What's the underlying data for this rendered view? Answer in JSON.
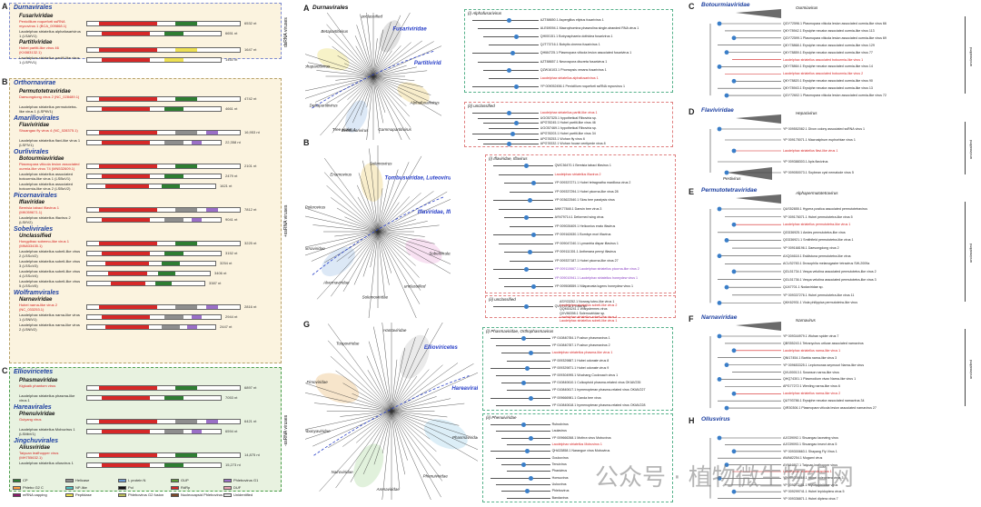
{
  "panel_letters": [
    "A",
    "B",
    "C",
    "D",
    "E",
    "F",
    "G",
    "H"
  ],
  "left": {
    "A_letter": "A",
    "B_letter": "B",
    "C_letter": "C",
    "side_dsRNA": "dsRNA viruses",
    "side_pos": "+ssRNA viruses",
    "side_neg": "-ssRNA viruses",
    "A": {
      "order": "Durnavirales",
      "families": [
        {
          "name": "Fusariviridae",
          "genomes": [
            {
              "label": "Penicillium roqueforti ssRNA mycovirus 1 (BCA_009868.1)",
              "red": true,
              "len": "6532 nt"
            },
            {
              "label": "Laodelphax striatellus alphafusarivirus 1 (LSAfV1)",
              "red": false,
              "len": "6651 nt"
            }
          ]
        },
        {
          "name": "Partitiviridae",
          "genomes": [
            {
              "label": "Hubei partiti-like virus 46 (KX883132.1)",
              "red": true,
              "len": "1647 nt"
            },
            {
              "label": "Laodelphax striatellus partiti-like virus 1 (LSPlV1)",
              "red": false,
              "len": "1460 nt"
            }
          ]
        }
      ]
    },
    "B": {
      "order": "Orthornavirae",
      "families": [
        {
          "name": "Permutotetraviridae",
          "genomes": [
            {
              "label": "Daesongdong virus 2 (NC_028489.1)",
              "red": true,
              "len": "4742 nt"
            },
            {
              "label": "Laodelphax striatellus permutotetra-like virus 1 (LSPtlV1)",
              "red": false,
              "len": "4661 nt"
            }
          ]
        },
        {
          "name": "Amarillovirales",
          "header": true
        },
        {
          "name": "Flaviviridae",
          "genomes": [
            {
              "label": "Shuangao fly virus 4 (NC_028375.1)",
              "red": true,
              "len": "16,953 nt"
            },
            {
              "label": "Laodelphax striatellus flavi-like virus 1 (LSFlV1)",
              "red": false,
              "len": "22,358 nt"
            }
          ]
        },
        {
          "name": "Ourlivirales",
          "header": true
        },
        {
          "name": "Botourmiaviridae",
          "genomes": [
            {
              "label": "Plasmopara viticola lesion associated ourmia-like virus 74 (MN532609.1)",
              "red": true,
              "len": "2101 nt"
            },
            {
              "label": "Laodelphax striatellus associated botourmia-like virus 1 (LSBoV1)",
              "red": false,
              "len": "2479 nt"
            },
            {
              "label": "Laodelphax striatellus associated botourmia-like virus 2 (LSBoV2)",
              "red": false,
              "len": "1621 nt"
            }
          ]
        },
        {
          "name": "Picornavirales",
          "header": true
        },
        {
          "name": "Iflaviridae",
          "genomes": [
            {
              "label": "Bemisia tabaci iflavirus 1 (MK059671.1)",
              "red": true,
              "len": "7812 nt"
            },
            {
              "label": "Laodelphax striatellus iflavirus 2 (LSIfV2)",
              "red": false,
              "len": "9041 nt"
            }
          ]
        },
        {
          "name": "Sobelivirales",
          "header": true
        },
        {
          "name": "Unclassified",
          "genomes": [
            {
              "label": "Hongpibao sobemo-like virus 1 (MN833435.1)",
              "red": true,
              "len": "3225 nt"
            },
            {
              "label": "Laodelphax striatellus sobeli-like virus 2 (LSSoV2)",
              "red": false,
              "len": "3152 nt"
            },
            {
              "label": "Laodelphax striatellus sobeli-like virus 3 (LSSoV3)",
              "red": false,
              "len": "3254 nt"
            },
            {
              "label": "Laodelphax striatellus sobeli-like virus 4 (LSSoV4)",
              "red": false,
              "len": "3406 nt"
            },
            {
              "label": "Laodelphax striatellus sobeli-like virus 5 (LSSoV5)",
              "red": false,
              "len": "3387 nt"
            }
          ]
        },
        {
          "name": "Wolframvirales",
          "header": true
        },
        {
          "name": "Narnaviridae",
          "genomes": [
            {
              "label": "Hubei narna-like virus 2 (NC_033253.1)",
              "red": true,
              "len": "2816 nt"
            },
            {
              "label": "Laodelphax striatellus narna-like virus 1 (LSNlV1)",
              "red": false,
              "len": "2944 nt"
            },
            {
              "label": "Laodelphax striatellus narna-like virus 2 (LSNlV2)",
              "red": false,
              "len": "2447 nt"
            }
          ]
        }
      ]
    },
    "C": {
      "order": "Ellioviricetes",
      "families": [
        {
          "name": "Phasmaviridae",
          "genomes": [
            {
              "label": "Kigluaik phantom virus",
              "red": true,
              "len": "6897 nt"
            },
            {
              "label": "Laodelphax striatellus phasma-like virus 1",
              "red": false,
              "len": "7053 nt"
            }
          ]
        },
        {
          "name": "Hareavirales",
          "header": true
        },
        {
          "name": "Phenuiviridae",
          "genomes": [
            {
              "label": "Guiyang virus",
              "red": true,
              "len": "6421 nt"
            },
            {
              "label": "Laodelphax striatellus Mobuvirus 1 (LSMbV1)",
              "red": false,
              "len": "6594 nt"
            }
          ]
        },
        {
          "name": "Jingchuvirales",
          "header": true
        },
        {
          "name": "Aliusviridae",
          "genomes": [
            {
              "label": "Taiyuan leafhopper virus (MH755632.1)",
              "red": true,
              "len": "14,875 nt"
            },
            {
              "label": "Laodelphax striatellus ollusvirus 1",
              "red": false,
              "len": "15,273 nt"
            }
          ]
        }
      ]
    },
    "legend": [
      {
        "name": "CP",
        "color": "#2e7d32"
      },
      {
        "name": "Helicase",
        "color": "#8e8e8e"
      },
      {
        "name": "L protein N",
        "color": "#6c9bd2"
      },
      {
        "name": "GUP",
        "color": "#5e9e3a"
      },
      {
        "name": "Phlebovirus G1",
        "color": "#9a6fc7"
      },
      {
        "name": "Phlebo G2 C",
        "color": "#ff9f40"
      },
      {
        "name": "NP-like",
        "color": "#4fc3c3"
      },
      {
        "name": "Pol",
        "color": "#111111"
      },
      {
        "name": "RdRp",
        "color": "#d62828"
      },
      {
        "name": "DUF",
        "color": "#e8a0b0"
      },
      {
        "name": "mRNA capping",
        "color": "#8b1a6b"
      },
      {
        "name": "Peptidase",
        "color": "#ede052"
      },
      {
        "name": "Phlebovirus G2 fusion",
        "color": "#bdbd5a"
      },
      {
        "name": "Nucleocapsid Phlebovirus",
        "color": "#7d4a2a"
      },
      {
        "name": "Unidentified",
        "color": "#e6e6e6"
      }
    ]
  },
  "middle": {
    "A": {
      "order": "Durnavirales",
      "clades": [
        "Fusariviridae",
        "Partitiviridae",
        "Alphafusarivirus",
        "Gammapartitivirus",
        "Betafusarivirus",
        "Deltapartitivirus",
        "Alphapartitivirus",
        "Betapartitivirus",
        "unclassified"
      ],
      "treescale": "Tree scale: 1",
      "box1_title": "(i) Alphafusarivirus",
      "box1_tips": [
        "AZT88650.1 Aspergillus eliptus fusarivirus 1",
        "ALE69094.1 Macrophomina phaseolina single-stranded RNA virus 1",
        "QHI00151.1 Botryosphaeria dothidea fusarivirus 1",
        "QJT73716.1 Botrytis cinerea fusarivirus 1",
        "QHI84725.1 Plasmopara viticola lesion associated fusarivirus 1",
        "AZT88657.1 Neurospora discreta fusarivirus 1",
        "QZW16103.1 Phomopsis vexans fusarivirus 1",
        "Laodelphax striatellus alphafusarivirus 1",
        "YP 009052456.1 Penicillium roqueforti ssRNA mycovirus 1"
      ],
      "box1_red": 7,
      "box2_title": "(ii) unclassified",
      "box2_tips": [
        "Laodelphax striatellus partiti-like virus 1",
        "UGO57325.1 hypothetical Riboviria sp.",
        "APG78245.1 Hubei partiti-like virus 46",
        "UGO57469.1 hypothetical Riboviria sp.",
        "APG78203.1 Hubei partiti-like virus 34",
        "APG78253.1 Wuhan fly virus 6",
        "APG78332.1 Wuhan house centipede virus 8"
      ],
      "box2_red": 0
    },
    "B": {
      "clades": [
        "Tombusviridae, Luteovirus",
        "Iflaviridae, Iflavirus",
        "Sobelivirales",
        "unclassified",
        "Solemoviridae",
        "Alvernaviridae",
        "Barnaviridae",
        "Polerovirus",
        "Enamovirus",
        "Solemovirus"
      ],
      "box1_title": "(i) Iflaviridae, Iflavirus",
      "box1_tips": [
        "QWC36470.1 Bemisia tabaci iflavirus 1",
        "Laodelphax striatellus iflavirus 2",
        "YP 009337271.1 Hubei tetragnatha maxillosa virus 2",
        "YP 009337294.1 Hubei picorna-like virus 28",
        "YP 003622540.1 Slow bee paralysis virus",
        "AWK77848.1 Darwin bee virus 3",
        "AYN79714.1 Deformed wing virus",
        "YP 009026409.1 Heliconius erato iflavirus",
        "YP 009162630.1 Bombyx mori iflavirus",
        "YP 009047240.1 Lymantria dispar iflavirus 1",
        "YP 009111301.1 Antheraea pernyi iflavirus",
        "YP 009337187.1 Hubei picorna-like virus 27",
        "YP 009110667.1 Laodelphax striatellus picorna-like virus 2",
        "YP 009010941.1 Laodelphax striatellus honeydew virus 1",
        "YP 009508559.1 Nilaparvata lugens honeydew virus 1"
      ],
      "box1_red": 1,
      "box2_title": "(ii) unclassified",
      "box2_tips": [
        "QVG74731.1 Virus sp.",
        "ASY03252.1 Norway luteo-like virus 1",
        "Laodelphax striatellus sobeli-like virus 2",
        "QQM16241.1 Wilsystermes virus",
        "QXV86398.1 Solemoviridae sp.",
        "Laodelphax striatellus sobeli-like virus 4",
        "Laodelphax striatellus sobeli-like virus 1"
      ]
    },
    "G": {
      "clades": [
        "Ellioviricetes",
        "Hareavirales",
        "Phasmaviridae",
        "Phenuiviridae",
        "Arenaviridae",
        "Nairoviridae",
        "Peribunyaviridae",
        "Fimoviridae",
        "Tospoviridae",
        "Hantaviridae"
      ],
      "box1_title": "(i) Phasmaviridae, Orthophasmavirus",
      "box1_tips": [
        "YP 010840784.1 Fushun phasmavirus 1",
        "YP 010840787.1 Fushun phasmavirus 2",
        "Laodelphax striatellus phasma-like virus 1",
        "YP 009329887.1 Hubei odonate virus 8",
        "YP 009329871.1 Hubei odonate virus 9",
        "YP 009304995.1 Wuchang Cockroach virus 1",
        "YP 010840610.1 Culicoptoid phasma-related virus OKIAV235",
        "YP 010840617.1 hymenopteran phasma-related virus OKIAV227",
        "YP 009666981.1 Ganda bee virus",
        "YP 010840618.1 hymenopteran phasma-related virus OKIAV228"
      ],
      "box2_title": "(ii) Phenuiviridae",
      "box2_tips": [
        "Rubodvirus",
        "Laulavirus",
        "YP 009666268.1 Mothra virus Mobuvirus",
        "Laodelphax striatellus Mobuvirus 1",
        "QHA33858.1 Narangue virus Mobuvirus",
        "Goukovirus",
        "Tenuivirus",
        "Phasivirus",
        "Horwuvirus",
        "Uukuvirus",
        "Phlebovirus",
        "Bandavirus"
      ]
    }
  },
  "right": {
    "C": {
      "title": "Botourmiaviridae",
      "clade": "Ourmiavirus",
      "side": "unclassified",
      "tips": [
        "QGY72596.1 Plasmopara viticola lesion associated ourmia-like virus 66",
        "QKY78942.1 Erysiphe necator associated ourmia-like virus 113",
        "QGY72599.1 Plasmopara viticola lesion associated ourmia-like virus 69",
        "QKY78868.1 Erysiphe necator associated ourmia-like virus 129",
        "QKY78859.1 Erysiphe necator associated ourmia-like virus 77",
        "Laodelphax striatellus associated botourmia-like virus 1",
        "QKY78864.1 Erysiphe necator associated ourmia-like virus 14",
        "Laodelphax striatellus associated botourmia-like virus 2",
        "QKY78820.1 Erysiphe necator associated ourmia-like virus 90",
        "QKY78943.1 Erysiphe necator associated ourmia-like virus 13",
        "QGY72602.1 Plasmopara viticola lesion associated ourmia-like virus 72"
      ],
      "red": [
        5,
        7
      ]
    },
    "D": {
      "title": "Flaviviridae",
      "clades": [
        "Hepacivirus",
        "Pestivirus"
      ],
      "side": "unclassified",
      "tips": [
        "YP 009552082.1 Dixon colony associated ssRNA virus 1",
        "YP 009175071.1 Macrosiphum euphorbiae virus 1",
        "Laodelphax striatellus flavi-like virus 1",
        "YP 009388303.1 Apis flavivirus",
        "YP 009050073.1 Soybean cyst nematode virus 5"
      ],
      "red": [
        2
      ]
    },
    "E": {
      "title": "Permutotetraviridae",
      "clade": "Alphapermutotetravirus",
      "side": "unclassified",
      "tips": [
        "QUS52855.1 Hypera postica associated permutotetravirus",
        "YP 009176071.1 Hubei permutotetra-like virus 5",
        "Laodelphax striatellus permutotetra-like virus 1",
        "QGD36925.1 Aedes permutotetra-like virus",
        "QGD36921.1 Smithfield permutotetra-like virus 1",
        "YP 009168196.1 Daesongdong virus 2",
        "AXQ04618.1 Eskilstuna permutotetra-like virus",
        "ACU32783.1 Drosophila melanogaster tetravirus SW-2009a",
        "QGL51734.1 Vespa velutina associated permutotetra-like virus 2",
        "QGL51736.1 Vespa velutina associated permutotetra-like virus 3",
        "QIJ47701.1 Nodaviridae sp.",
        "YP 009337276.1 Hubei permutotetra-like virus 11",
        "QKK62931.1 Viola philippica permutotetra-like virus"
      ],
      "red": [
        2
      ]
    },
    "F": {
      "title": "Narnaviridae",
      "clade": "Narnavirus",
      "side": "unclassified",
      "tips": [
        "YP 009344979.1 Wuhan spider virus 7",
        "QBS55243.1 Tetranychus urticae associated narnavirus",
        "Laodelphax striatellus narna-like virus 1",
        "QNI17454.1 Barbia narna-like virus 3",
        "YP 009653325.1 Leptomonas seymouri Narna-like virus",
        "QVU00013.1 Swanson narna-like virus",
        "QHQ74301.1 Plasmodium vivax Narna-like virus 1",
        "APG77272.1 Wenling narna-like virus 6",
        "Laodelphax striatellus narna-like virus 2",
        "QUT93786.1 Erysiphe necator associated narnavirus 34",
        "QIR30306.1 Plasmopara viticola lesion associated narnavirus 27"
      ],
      "red": [
        2,
        8
      ]
    },
    "H": {
      "title": "Ollusvirus",
      "tips": [
        "AJG39092.1 Shuangao lacewing virus",
        "AJG39093.1 Shuangao insect virus 5",
        "YP 009300663.1 Shayang Fly Virus 1",
        "AWA82254.1 Mugami virus",
        "AYN84807.1 Taiyuan leafhopper virus",
        "Laodelphax striatellus ollusvirus 1",
        "YP 009336868.1 Hubei coleoptera virus 3",
        "YP 009272451.1 Mycetophilidae virus",
        "YP 009299741.1 Hubei lepidoptera virus 5",
        "YP 009336871.1 Hubei diptera virus 7"
      ],
      "red": [
        5
      ]
    }
  },
  "watermark": "公众号 · 植物微生物组网"
}
